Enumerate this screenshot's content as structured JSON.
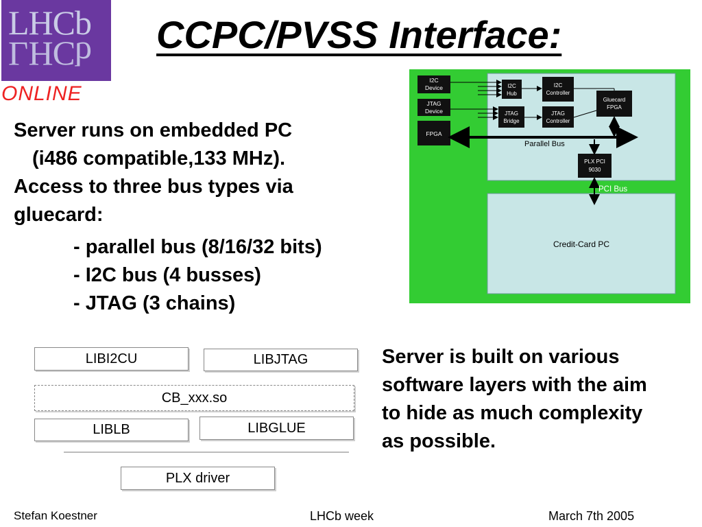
{
  "logo": {
    "brand": "LHCb",
    "subtitle": "ONLINE"
  },
  "title": "CCPC/PVSS Interface:",
  "intro": [
    "Server runs on embedded PC",
    "(i486 compatible,133 MHz).",
    "Access to three bus types via",
    "gluecard:"
  ],
  "bullets": [
    "- parallel bus (8/16/32 bits)",
    "- I2C bus (4 busses)",
    "- JTAG (3 chains)"
  ],
  "hardware_diagram": {
    "background": "#33cc33",
    "board_color": "#c8e6e6",
    "devices": [
      "I2C Device",
      "JTAG Device",
      "FPGA"
    ],
    "components": {
      "i2c_hub": "I2C Hub",
      "i2c_controller": "I2C Controller",
      "jtag_bridge": "JTAG Bridge",
      "jtag_controller": "JTAG Controller",
      "gluecard_fpga": "Gluecard FPGA",
      "plx_pci": "PLX PCI 9030"
    },
    "parallel_bus_label": "Parallel Bus",
    "pci_bus_label": "PCI Bus",
    "pc_label": "Credit-Card PC"
  },
  "software_layers": {
    "libi2cu": "LIBI2CU",
    "libjtag": "LIBJTAG",
    "cb_xxx": "CB_xxx.so",
    "liblb": "LIBLB",
    "libglue": "LIBGLUE",
    "plx_driver": "PLX driver"
  },
  "server_note": [
    "Server is built on various",
    "software layers with the aim",
    "to hide as much complexity",
    "as possible."
  ],
  "footer": {
    "author": "Stefan Koestner",
    "event": "LHCb week",
    "date": "March 7th 2005"
  }
}
